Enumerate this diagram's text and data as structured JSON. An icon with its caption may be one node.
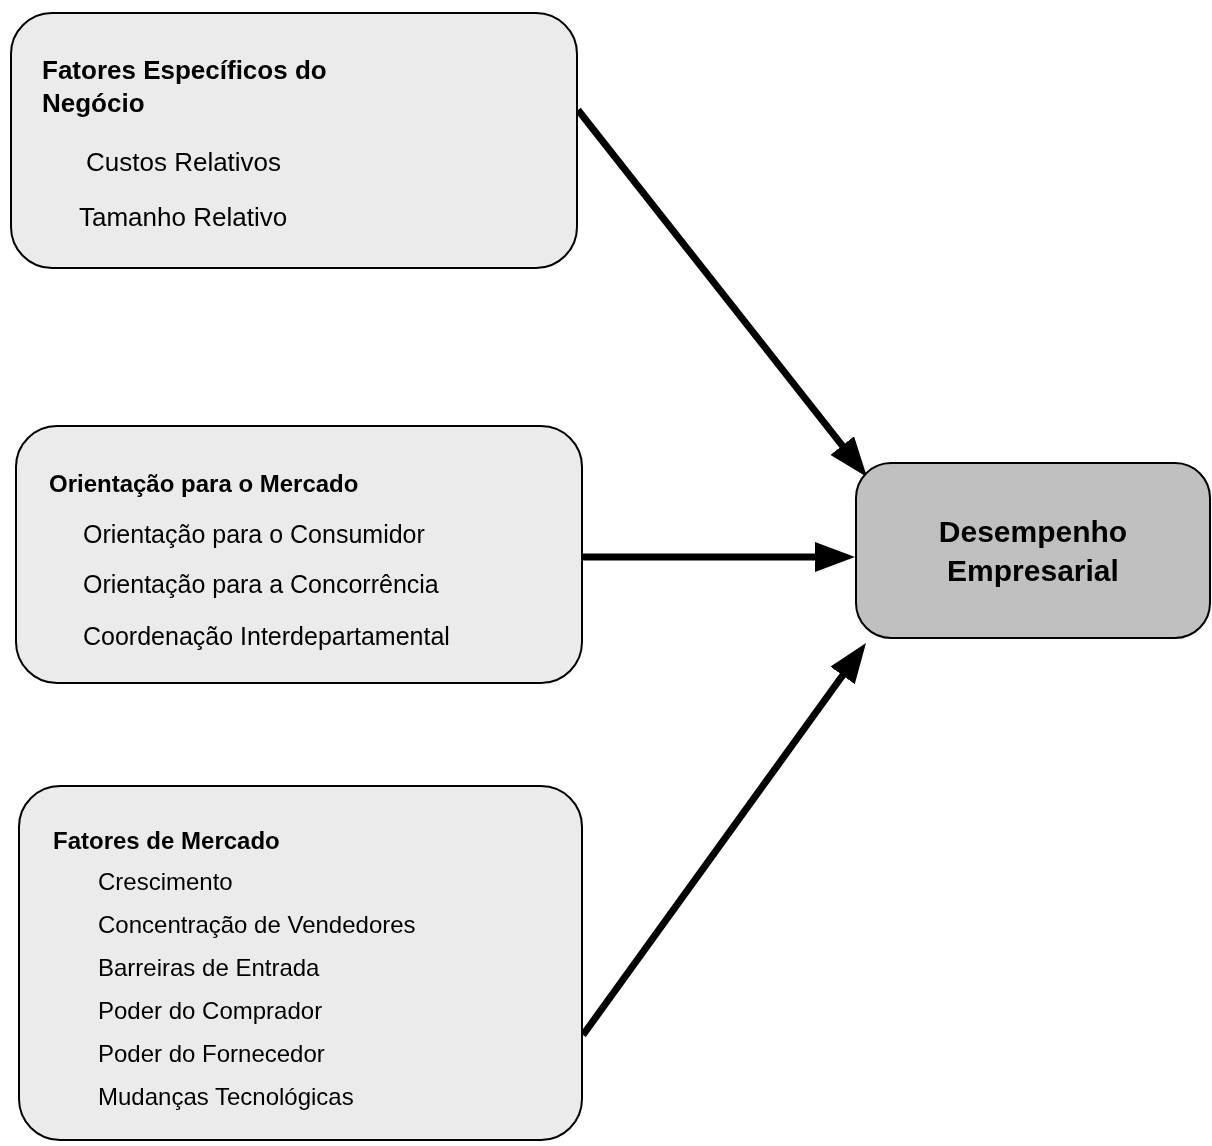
{
  "diagram": {
    "nodes": [
      {
        "text": [
          "Fatores Específicos do Negócio",
          "Custos Relativos",
          "Tamanho Relativo"
        ]
      },
      {
        "text": [
          "Orientação para o Mercado",
          "Orientação para o Consumidor",
          "Orientação para a Concorrência",
          "Coordenação Interdepartamental"
        ]
      },
      {
        "text": [
          "Fatores de Mercado",
          "Crescimento",
          "Concentração de Vendedores",
          "Barreiras de Entrada",
          "Poder do Comprador",
          "Poder do Fornecedor",
          "Mudanças Tecnológicas"
        ]
      },
      {
        "text": [
          "Desempenho Empresarial"
        ]
      }
    ],
    "edges": [
      {
        "from": 0,
        "to": 3,
        "arrow": "to"
      },
      {
        "from": 1,
        "to": 3,
        "arrow": "to"
      },
      {
        "from": 2,
        "to": 3,
        "arrow": "to"
      }
    ]
  }
}
